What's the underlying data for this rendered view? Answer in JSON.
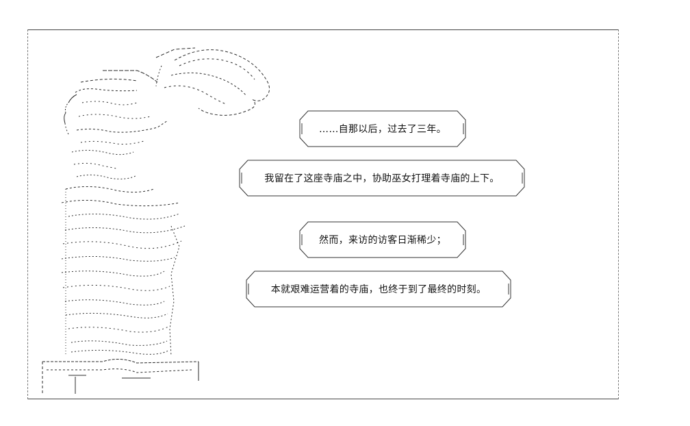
{
  "captions": [
    {
      "text": "……自那以后，过去了三年。"
    },
    {
      "text": "我留在了这座寺庙之中，协助巫女打理着寺庙的上下。"
    },
    {
      "text": "然而，来访的访客日渐稀少；"
    },
    {
      "text": "本就艰难运营着的寺庙，也终于到了最终的时刻。"
    }
  ],
  "art": {
    "subject": "ascii-art-winged-statue",
    "stroke_color": "#2a2a2a"
  }
}
